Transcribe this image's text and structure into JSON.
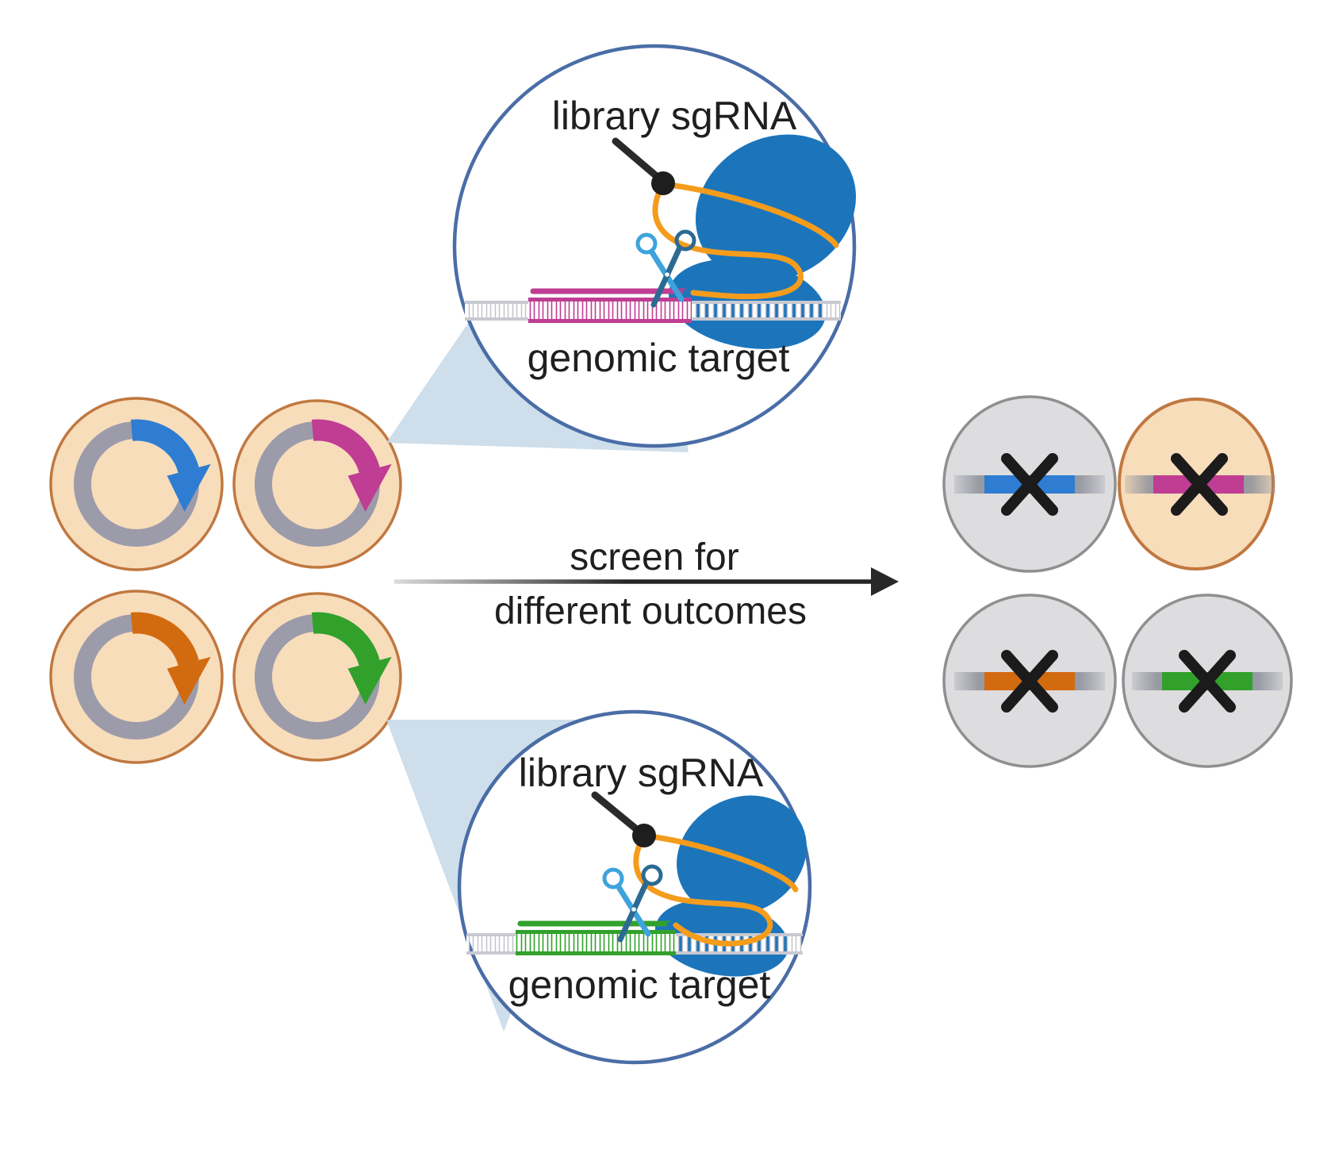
{
  "figure": {
    "kind": "scientific illustration",
    "subject": "CRISPR sgRNA library screening workflow"
  },
  "labels": {
    "library_sgrna": "library sgRNA",
    "genomic_target": "genomic target",
    "screen_line1": "screen for",
    "screen_line2": "different outcomes"
  },
  "colors": {
    "guide_blue": "#2E7DD2",
    "guide_magenta": "#BF3D93",
    "guide_orange": "#D26A10",
    "guide_green": "#32A12C",
    "cas9_blue": "#1C75BB",
    "sgrna_orange": "#F59C1C",
    "cell_fill_tan": "#F8DDBB",
    "cell_border_tan": "#C07840",
    "cell_fill_gray": "#DDDCDE",
    "cell_border_gray": "#8F8F8F",
    "plasmid_ring_gray": "#9C9BAA",
    "zoom_circle_stroke": "#4A6DA6",
    "wedge_blue": "#C6D8E8",
    "dna_rail_gray": "#C9C9D1",
    "scissors_light": "#3EA3DC",
    "scissors_dark": "#2B6B93",
    "arrow_dark": "#282828",
    "text": "#1F1F1F"
  },
  "library_plasmids": [
    {
      "guide": "blue",
      "hex": "#2E7DD2"
    },
    {
      "guide": "magenta",
      "hex": "#BF3D93"
    },
    {
      "guide": "orange",
      "hex": "#D26A10"
    },
    {
      "guide": "green",
      "hex": "#32A12C"
    }
  ],
  "zoom_views": [
    {
      "position": "top",
      "target_guide": "magenta",
      "target_hex": "#BF3D93"
    },
    {
      "position": "bottom",
      "target_guide": "green",
      "target_hex": "#32A12C"
    }
  ],
  "outcome_cells": [
    {
      "guide": "blue",
      "hex": "#2E7DD2",
      "cell_state": "gray"
    },
    {
      "guide": "magenta",
      "hex": "#BF3D93",
      "cell_state": "tan"
    },
    {
      "guide": "orange",
      "hex": "#D26A10",
      "cell_state": "gray"
    },
    {
      "guide": "green",
      "hex": "#32A12C",
      "cell_state": "gray"
    }
  ]
}
